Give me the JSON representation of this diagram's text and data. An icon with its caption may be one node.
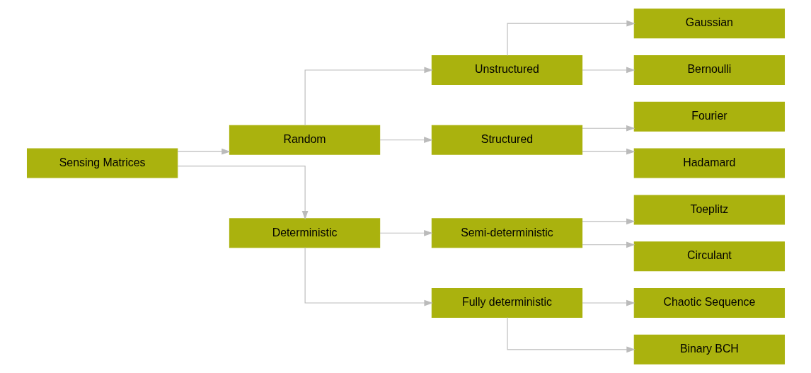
{
  "diagram": {
    "nodes": [
      {
        "text": [
          "Sensing Matrices"
        ]
      },
      {
        "text": [
          "Random"
        ]
      },
      {
        "text": [
          "Unstructured"
        ]
      },
      {
        "text": [
          "Gaussian"
        ]
      },
      {
        "text": [
          "Bernoulli"
        ]
      },
      {
        "text": [
          "Structured"
        ]
      },
      {
        "text": [
          "Fourier"
        ]
      },
      {
        "text": [
          "Hadamard"
        ]
      },
      {
        "text": [
          "Deterministic"
        ]
      },
      {
        "text": [
          "Semi-deterministic"
        ]
      },
      {
        "text": [
          "Toeplitz"
        ]
      },
      {
        "text": [
          "Circulant"
        ]
      },
      {
        "text": [
          "Fully deterministic"
        ]
      },
      {
        "text": [
          "Chaotic Sequence"
        ]
      },
      {
        "text": [
          "Binary BCH"
        ]
      }
    ],
    "edges": [
      {
        "from": 0,
        "to": 1,
        "arrow": "to"
      },
      {
        "from": 1,
        "to": 2,
        "arrow": "to"
      },
      {
        "from": 2,
        "to": 3,
        "arrow": "to"
      },
      {
        "from": 2,
        "to": 4,
        "arrow": "to"
      },
      {
        "from": 1,
        "to": 5,
        "arrow": "to"
      },
      {
        "from": 5,
        "to": 6,
        "arrow": "to"
      },
      {
        "from": 5,
        "to": 7,
        "arrow": "to"
      },
      {
        "from": 0,
        "to": 8,
        "arrow": "to"
      },
      {
        "from": 8,
        "to": 9,
        "arrow": "to"
      },
      {
        "from": 9,
        "to": 10,
        "arrow": "to"
      },
      {
        "from": 9,
        "to": 11,
        "arrow": "to"
      },
      {
        "from": 8,
        "to": 12,
        "arrow": "to"
      },
      {
        "from": 12,
        "to": 13,
        "arrow": "to"
      },
      {
        "from": 12,
        "to": 14,
        "arrow": "to"
      }
    ]
  }
}
